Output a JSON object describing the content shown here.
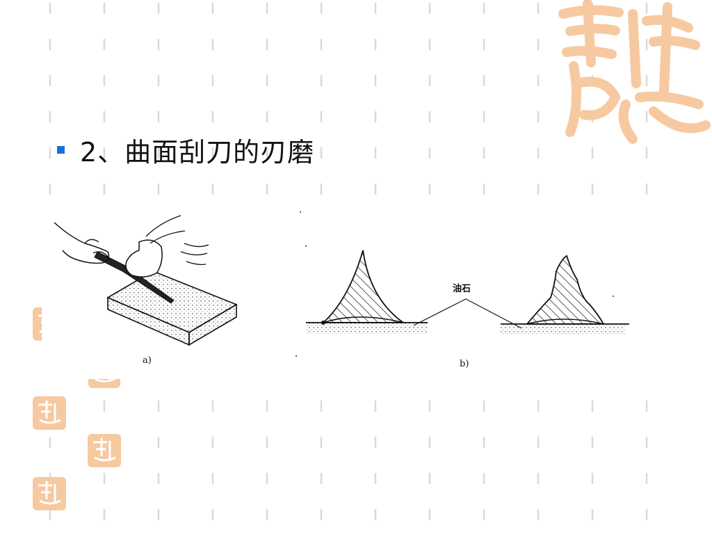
{
  "slide": {
    "title": "2、曲面刮刀的刃磨",
    "bullet_color": "#1a6fd6"
  },
  "figure": {
    "label_a": "a)",
    "label_b": "b)",
    "oilstone_label": "油石"
  },
  "colors": {
    "grid_dash": "#d9d9d9",
    "deco_orange": "#f6c9a0"
  }
}
